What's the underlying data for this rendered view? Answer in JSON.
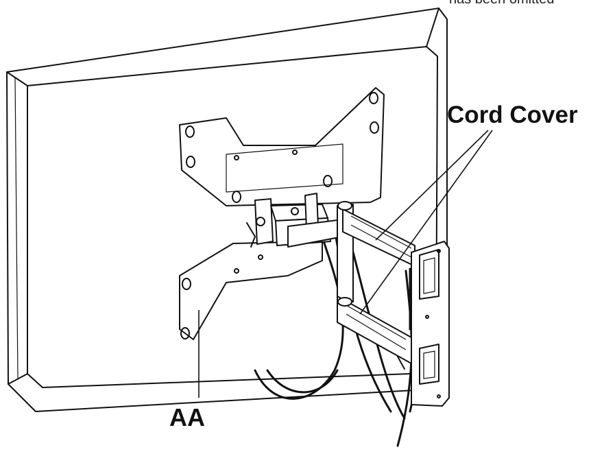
{
  "diagram": {
    "note_text": "has been omitted",
    "label_cord_cover": "Cord Cover",
    "label_aa": "AA"
  }
}
